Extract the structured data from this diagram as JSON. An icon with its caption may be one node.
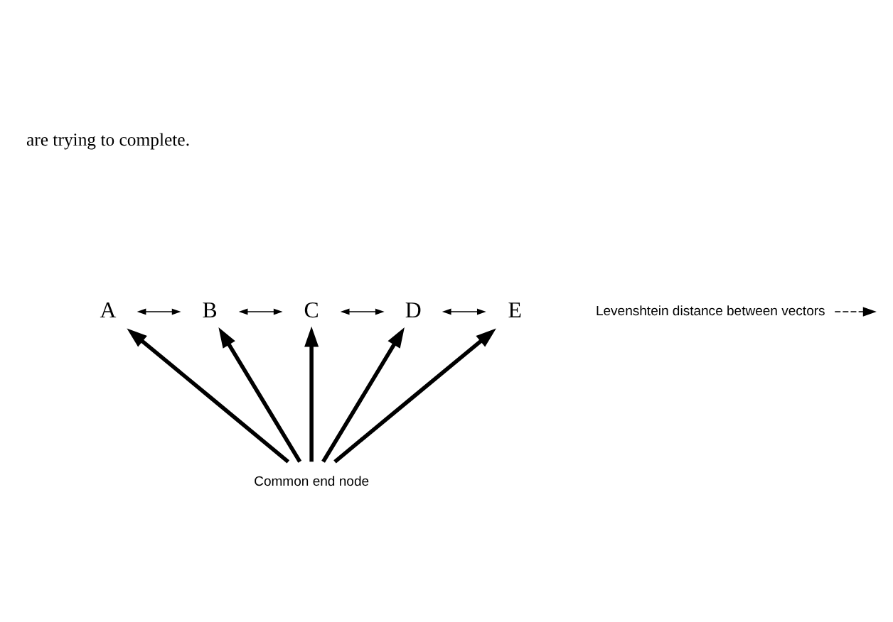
{
  "diagram": {
    "nodes": [
      {
        "text": [
          "Common end node"
        ]
      },
      {
        "text": [
          "A"
        ]
      },
      {
        "text": [
          "B"
        ]
      },
      {
        "text": [
          "C"
        ]
      },
      {
        "text": [
          "D"
        ]
      },
      {
        "text": [
          "E"
        ]
      },
      {
        "text": [
          "Levenshtein distance between vectors"
        ]
      }
    ],
    "edges": [
      {
        "from": 0,
        "to": 1,
        "arrow": "to",
        "style": "thick"
      },
      {
        "from": 0,
        "to": 2,
        "arrow": "to",
        "style": "thick"
      },
      {
        "from": 0,
        "to": 3,
        "arrow": "to",
        "style": "thick"
      },
      {
        "from": 0,
        "to": 4,
        "arrow": "to",
        "style": "thick"
      },
      {
        "from": 0,
        "to": 5,
        "arrow": "to",
        "style": "thick"
      },
      {
        "from": 1,
        "to": 2,
        "arrow": "both"
      },
      {
        "from": 2,
        "to": 3,
        "arrow": "both"
      },
      {
        "from": 3,
        "to": 4,
        "arrow": "both"
      },
      {
        "from": 4,
        "to": 5,
        "arrow": "both"
      },
      {
        "from": 6,
        "to": null,
        "arrow": "to",
        "style": "dashed"
      }
    ],
    "labels": [
      "are trying to complete."
    ]
  }
}
